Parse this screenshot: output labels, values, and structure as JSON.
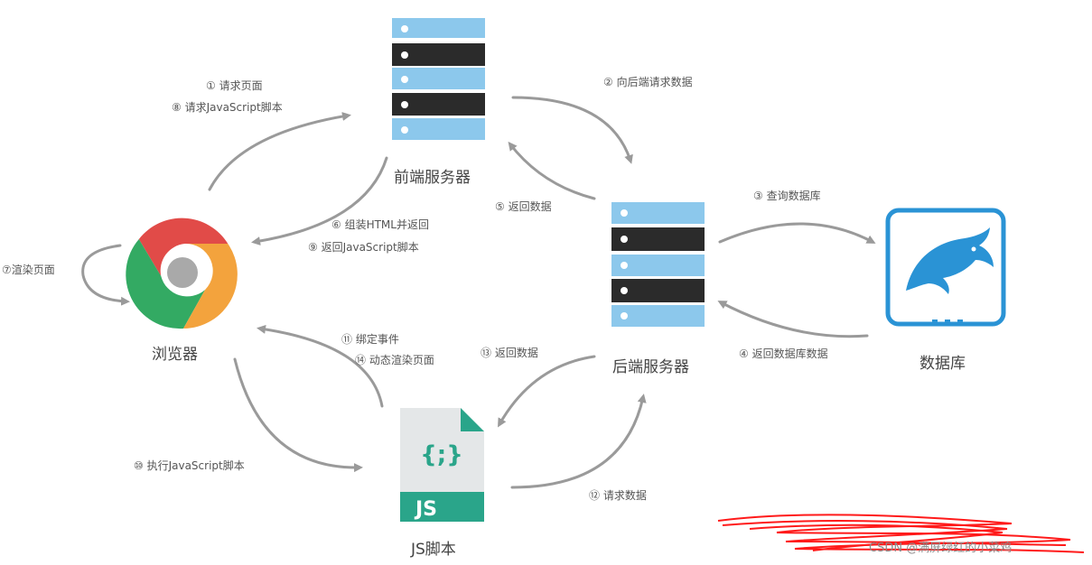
{
  "nodes": {
    "frontend_server": "前端服务器",
    "backend_server": "后端服务器",
    "database": "数据库",
    "browser": "浏览器",
    "js_script": "JS脚本",
    "js_badge": "JS",
    "js_symbol": "{;}"
  },
  "steps": {
    "s1": "① 请求页面",
    "s8": "⑧ 请求JavaScript脚本",
    "s2": "② 向后端请求数据",
    "s3": "③ 查询数据库",
    "s4": "④ 返回数据库数据",
    "s5": "⑤ 返回数据",
    "s6": "⑥ 组装HTML并返回",
    "s9": "⑨ 返回JavaScript脚本",
    "s7": "⑦渲染页面",
    "s11": "⑪ 绑定事件",
    "s14": "⑭ 动态渲染页面",
    "s13": "⑬ 返回数据",
    "s10": "⑩ 执行JavaScript脚本",
    "s12": "⑫ 请求数据"
  },
  "watermark": "CSDN @满屏绿红的小菜鸡",
  "colors": {
    "server_light": "#8cc8ec",
    "server_dark": "#2b2b2b",
    "db_blue": "#2a93d5",
    "chrome_red": "#e14b48",
    "chrome_green": "#33aa63",
    "chrome_orange": "#f3a33d",
    "js_green": "#2aa58a",
    "arrow": "#9a9a9a",
    "scribble": "#ff1a1a"
  }
}
